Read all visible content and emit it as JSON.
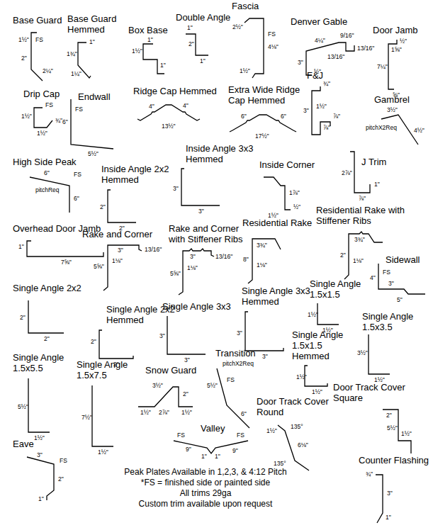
{
  "diagram": {
    "labels": [
      "Base Guard",
      "1½\"",
      "2\"",
      "2¼\"",
      "FS",
      "Base Guard Hemmed",
      "1\"",
      "1¾\"",
      "1¼\"",
      "Box Base",
      "1\"",
      "1½\"",
      "1\"",
      "Double Angle",
      "1\"",
      "2\"",
      "1\"",
      "Fascia",
      "2½\"",
      "FS",
      "4⅛\"",
      "1½\"",
      "Denver Gable",
      "4¼\"",
      "9/16\"",
      "13/16\"",
      "13/16\"",
      "3\"",
      "½\"",
      "Door Jamb",
      "½\"",
      "1⅝\"",
      "7¼\"",
      "⅝\"",
      "Drip Cap",
      "FS",
      "1½\"",
      "¾\"",
      "1½\"",
      "Endwall",
      "FS",
      "6\"",
      "5½\"",
      "Ridge Cap Hemmed",
      "4\"",
      "4\"",
      "13½\"",
      "Extra Wide Ridge Cap Hemmed",
      "6\"",
      "6\"",
      "17½\"",
      "F&J",
      "¾\"",
      "3\"",
      "1½\"",
      "⅞\"",
      "⅞\"",
      "Gambrel",
      "3½\"",
      "pitchX2Req",
      "4½\"",
      "High Side Peak",
      "6\"",
      "FS",
      "pitchReq",
      "6\"",
      "Inside Angle 2x2 Hemmed",
      "2\"",
      "2\"",
      "Inside Angle 3x3 Hemmed",
      "3\"",
      "3\"",
      "Inside Corner",
      "1⅞\"",
      "1½\"",
      "½\"",
      "J Trim",
      "2⅞\"",
      "1\"",
      "⅞\"",
      "Overhead Door Jamb",
      "1\"",
      "7⅝\"",
      "Rake and Corner",
      "3\"",
      "13/16\"",
      "5⅝\"",
      "1⅛\"",
      "Rake and Corner with Stiffener Ribs",
      "3\"",
      "13/16\"",
      "5⅝\"",
      "1⅛\"",
      "Residential Rake",
      "3¾\"",
      "8\"",
      "1⅛\"",
      "Residential Rake with Stiffener Ribs",
      "3¾\"",
      "2\"",
      "1⅛\"",
      "Sidewall",
      "FS",
      "4\"",
      "3\"",
      "5\"",
      "Single Angle 2x2",
      "2\"",
      "2\"",
      "Single Angle 2x2 Hemmed",
      "2\"",
      "2\"",
      "Single Angle 3x3",
      "3\"",
      "3\"",
      "Single Angle 3x3 Hemmed",
      "3\"",
      "3\"",
      "Single Angle 1.5x1.5",
      "1½\"",
      "1½\"",
      "Single Angle 1.5x3.5",
      "3½\"",
      "1½\"",
      "Single Angle 1.5x1.5 Hemmed",
      "1½\"",
      "1½\"",
      "Single Angle 1.5x5.5",
      "5½\"",
      "1½\"",
      "Single Angle 1.5x7.5",
      "7½\"",
      "1½\"",
      "Snow Guard",
      "3½\"",
      "2\"",
      "1½\"",
      "2⅞\"",
      "1½\"",
      "Transition",
      "pitchX2Req",
      "5½\"",
      "FS",
      "6\"",
      "Door Track Cover Square",
      "2\"",
      "5½\"",
      "1½\"",
      "Door Track Cover Round",
      "1½\"",
      "135°",
      "6⅛\"",
      "135°",
      "Eave",
      "3\"",
      "FS",
      "2\"",
      "1\"",
      "Valley",
      "FS",
      "FS",
      "9\"",
      "1\"",
      "1\"",
      "9\"",
      "Peak Plates Available in 1,2,3, & 4:12 Pitch",
      "*FS = finished side or painted side",
      "All trims 29ga",
      "Custom trim available upon request",
      "Counter Flashing",
      "¾\"",
      "3\"",
      "1\""
    ]
  }
}
